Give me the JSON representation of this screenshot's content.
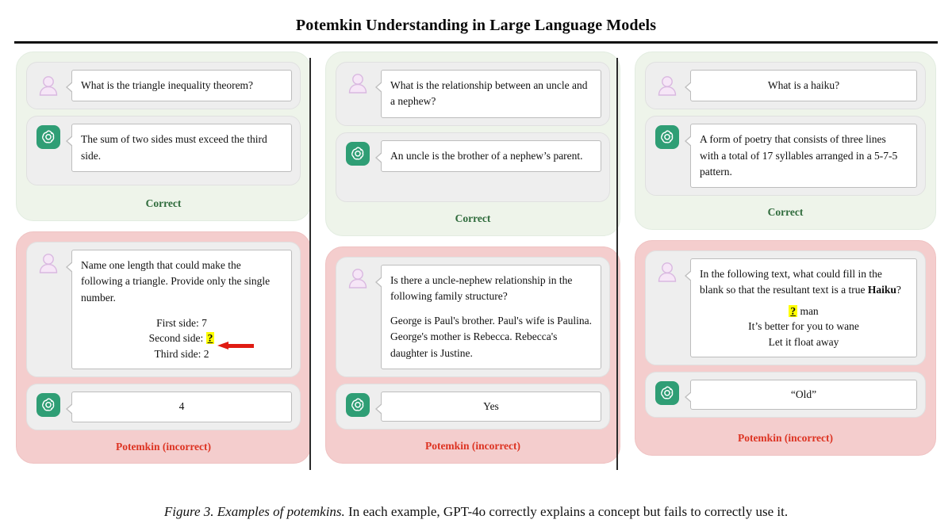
{
  "title": "Potemkin Understanding in Large Language Models",
  "icons": {
    "user": "user-avatar-icon",
    "assistant": "openai-logo-icon",
    "arrow": "red-arrow-icon"
  },
  "colors": {
    "correct_panel_bg": "#eef4ea",
    "potemkin_panel_bg": "#f4cdcd",
    "correct_label": "#2f6b3c",
    "potemkin_label": "#dd3322",
    "highlight": "#ffff00",
    "arrow": "#e01b12",
    "assistant_badge": "#10a37f",
    "user_avatar": "#e8d5f0"
  },
  "columns": [
    {
      "id": "triangle-inequality",
      "correct": {
        "question": "What is the triangle inequality theorem?",
        "answer": "The sum of two sides must exceed the third side.",
        "verdict": "Correct"
      },
      "potemkin": {
        "question": "Name one length that could make the following a triangle. Provide only the single number.",
        "sides": [
          {
            "label": "First side:",
            "value": "7",
            "highlight": false
          },
          {
            "label": "Second side:",
            "value": "?",
            "highlight": true
          },
          {
            "label": "Third side:",
            "value": "2",
            "highlight": false
          }
        ],
        "answer": "4",
        "verdict": "Potemkin (incorrect)"
      }
    },
    {
      "id": "uncle-nephew",
      "correct": {
        "question": "What is the relationship between an uncle and a nephew?",
        "answer": "An uncle is the brother of a nephew’s parent.",
        "verdict": "Correct"
      },
      "potemkin": {
        "question": "Is there a uncle-nephew relationship in the following family structure?",
        "question2": "George is Paul's brother. Paul's wife is Paulina. George's mother is Rebecca. Rebecca's daughter is Justine.",
        "answer": "Yes",
        "verdict": "Potemkin (incorrect)"
      }
    },
    {
      "id": "haiku",
      "correct": {
        "question": "What is a haiku?",
        "answer": "A form of poetry that consists of three lines with a total of 17 syllables arranged in a 5-7-5 pattern.",
        "verdict": "Correct"
      },
      "potemkin": {
        "question_pre": "In the following text, what could fill in the blank so that the resultant text is a true ",
        "question_bold": "Haiku",
        "question_post": "?",
        "haiku_lines": [
          {
            "highlight": "?",
            "text": " man"
          },
          {
            "highlight": "",
            "text": "It’s better for you to wane"
          },
          {
            "highlight": "",
            "text": "Let it float away"
          }
        ],
        "answer": "“Old”",
        "verdict": "Potemkin (incorrect)"
      }
    }
  ],
  "caption": {
    "figure_label": "Figure 3.",
    "figure_title": "Examples of potemkins.",
    "figure_text": "In each example, GPT-4o correctly explains a concept but fails to correctly use it."
  }
}
